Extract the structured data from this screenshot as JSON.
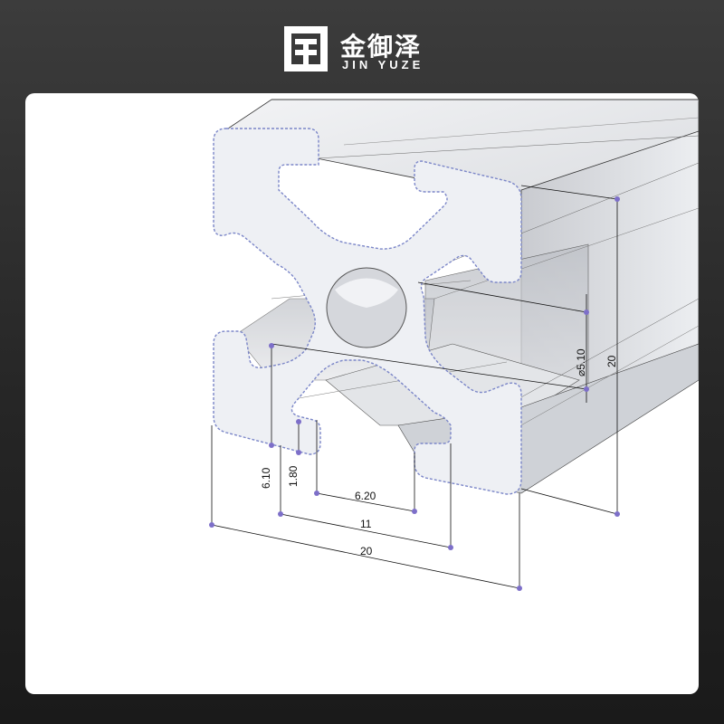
{
  "brand": {
    "name_cn": "金御泽",
    "name_en": "JIN YUZE"
  },
  "drawing": {
    "dimensions": {
      "slot_depth": "6.10",
      "lip_thickness": "1.80",
      "slot_opening": "6.20",
      "slot_width": "11",
      "width": "20",
      "height": "20",
      "bore_diameter": "⌀5.10"
    }
  },
  "colors": {
    "background": "#2a2a2a",
    "card": "#ffffff",
    "profile_face": "#eef0f4",
    "profile_edge": "#7b86c8",
    "point_marker": "#7d6fc9"
  }
}
